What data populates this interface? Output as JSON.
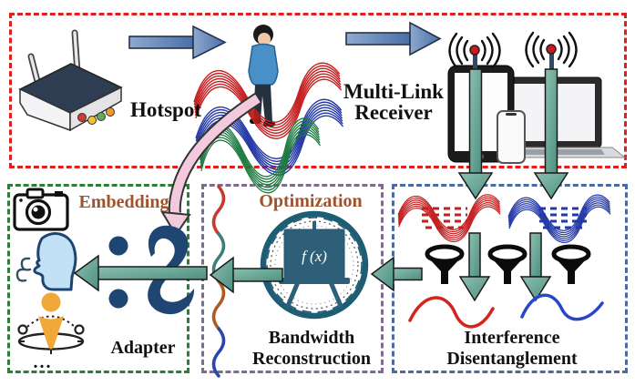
{
  "top_panel": {
    "hotspot_label": "Hotspot",
    "receiver_label": [
      "Multi-Link",
      "Receiver"
    ]
  },
  "adapter_panel": {
    "embedding_label": "Embedding",
    "adapter_label": "Adapter",
    "more_indicator": "..."
  },
  "optimization_panel": {
    "optimization_label": "Optimization",
    "formula": "f (x)",
    "caption": [
      "Bandwidth",
      "Reconstruction"
    ]
  },
  "interference_panel": {
    "caption": [
      "Interference",
      "Disentanglement"
    ]
  },
  "colors": {
    "top_border": "#DE1F1F",
    "adapter_border": "#2E7D3A",
    "optimization_border": "#7D6C8E",
    "interference_border": "#4A6B9E",
    "section_label_brown": "#A0522D",
    "flow_arrow_teal": "#5E9E8F",
    "flow_arrow_blue": "#5B7FB4",
    "feedback_arrow_pink": "#F2C9DD",
    "wave_red": "#C41E1E",
    "wave_blue": "#2438A6",
    "wave_green": "#1B7A3E",
    "accent_navy": "#1F4673",
    "person_orange": "#F0A838",
    "board_teal": "#2E5F78"
  },
  "icons": {
    "router-icon": "wifi hotspot router with two antennas",
    "walking-person-icon": "person walking through wireless waves",
    "receiver-devices-icon": "tablet, laptop and phone receivers",
    "antenna-icon": "antenna with red tip and signal arcs",
    "funnel-icon": "filter funnel",
    "blackboard-icon": "easel board with formula in sketched circle",
    "camera-icon": "camera",
    "breathing-face-icon": "side profile face with breath curls",
    "positioning-person-icon": "orange person with tracking ring",
    "adapter-symbol-icon": "navy calligraphic glyph with two dots",
    "ellipsis-icon": "more items dots"
  }
}
